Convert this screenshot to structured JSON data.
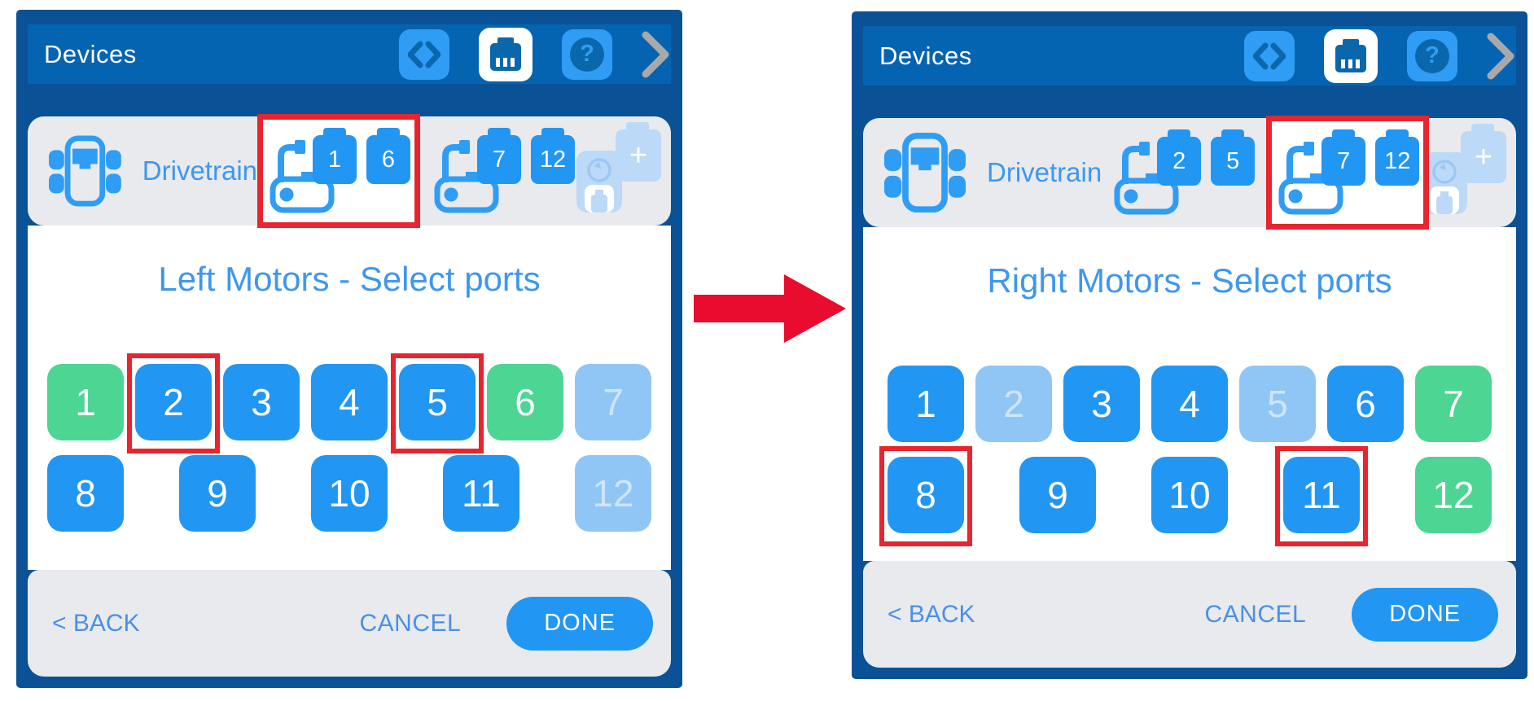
{
  "colors": {
    "frame": "#0a5295",
    "header-bg": "#0564b1",
    "icon-bg": "#2f9df4",
    "icon-glyph": "#0b67ac",
    "chevron": "#a9a9a9",
    "row-bg": "#e8eaee",
    "accent": "#3e97ee",
    "port-blue": "#2196f3",
    "port-green": "#4cd593",
    "port-disabled-bg": "#90c6f5",
    "port-disabled-text": "#cfe5fb",
    "selection-red": "#e8242e",
    "arrow-red": "#ea0c2e",
    "footer-link": "#4a90e4",
    "done-bg": "#2196f3",
    "done-text": "#ffffff",
    "faded-blue": "#bcd9f7"
  },
  "header": {
    "title": "Devices",
    "help_glyph": "?"
  },
  "panels": [
    {
      "title": "Left Motors - Select ports",
      "drivetrain_label": "Drivetrain",
      "add_device_label": "+",
      "motor_groups": [
        {
          "ports": [
            "1",
            "6"
          ],
          "highlighted": true
        },
        {
          "ports": [
            "7",
            "12"
          ],
          "highlighted": false
        }
      ],
      "ports": [
        {
          "label": "1",
          "state": "green",
          "red_box": false
        },
        {
          "label": "2",
          "state": "blue",
          "red_box": true
        },
        {
          "label": "3",
          "state": "blue",
          "red_box": false
        },
        {
          "label": "4",
          "state": "blue",
          "red_box": false
        },
        {
          "label": "5",
          "state": "blue",
          "red_box": true
        },
        {
          "label": "6",
          "state": "green",
          "red_box": false
        },
        {
          "label": "7",
          "state": "disabled",
          "red_box": false
        },
        {
          "label": "8",
          "state": "blue",
          "red_box": false
        },
        {
          "label": "9",
          "state": "blue",
          "red_box": false
        },
        {
          "label": "10",
          "state": "blue",
          "red_box": false
        },
        {
          "label": "11",
          "state": "blue",
          "red_box": false
        },
        {
          "label": "12",
          "state": "disabled",
          "red_box": false
        }
      ],
      "footer": {
        "back": "< BACK",
        "cancel": "CANCEL",
        "done": "DONE"
      }
    },
    {
      "title": "Right Motors - Select ports",
      "drivetrain_label": "Drivetrain",
      "add_device_label": "+",
      "motor_groups": [
        {
          "ports": [
            "2",
            "5"
          ],
          "highlighted": false
        },
        {
          "ports": [
            "7",
            "12"
          ],
          "highlighted": true
        }
      ],
      "ports": [
        {
          "label": "1",
          "state": "blue",
          "red_box": false
        },
        {
          "label": "2",
          "state": "disabled",
          "red_box": false
        },
        {
          "label": "3",
          "state": "blue",
          "red_box": false
        },
        {
          "label": "4",
          "state": "blue",
          "red_box": false
        },
        {
          "label": "5",
          "state": "disabled",
          "red_box": false
        },
        {
          "label": "6",
          "state": "blue",
          "red_box": false
        },
        {
          "label": "7",
          "state": "green",
          "red_box": false
        },
        {
          "label": "8",
          "state": "blue",
          "red_box": true
        },
        {
          "label": "9",
          "state": "blue",
          "red_box": false
        },
        {
          "label": "10",
          "state": "blue",
          "red_box": false
        },
        {
          "label": "11",
          "state": "blue",
          "red_box": true
        },
        {
          "label": "12",
          "state": "green",
          "red_box": false
        }
      ],
      "footer": {
        "back": "< BACK",
        "cancel": "CANCEL",
        "done": "DONE"
      }
    }
  ]
}
